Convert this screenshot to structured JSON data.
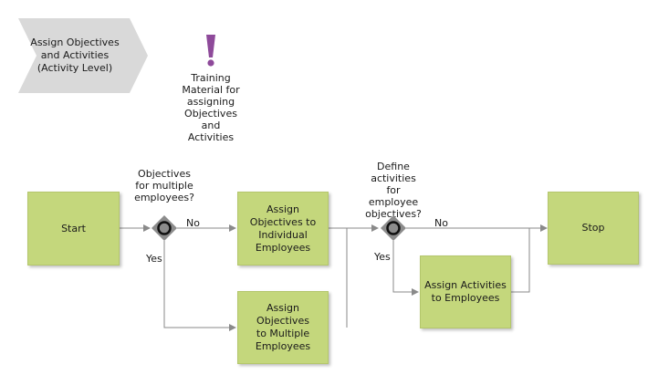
{
  "process_interface": {
    "label": "Assign Objectives\nand Activities\n(Activity Level)"
  },
  "info_carrier": {
    "label": "Training\nMaterial for\nassigning\nObjectives\nand\nActivities",
    "icon": "exclamation-icon"
  },
  "nodes": {
    "start": "Start",
    "assign_individual": "Assign\nObjectives to\nIndividual\nEmployees",
    "assign_multiple": "Assign Objectives\nto Multiple\nEmployees",
    "assign_activities": "Assign Activities\nto Employees",
    "stop": "Stop"
  },
  "gateways": {
    "g1": {
      "question": "Objectives\nfor multiple\nemployees?",
      "no_label": "No",
      "yes_label": "Yes"
    },
    "g2": {
      "question": "Define\nactivities\nfor\nemployee\nobjectives?",
      "no_label": "No",
      "yes_label": "Yes"
    }
  },
  "colors": {
    "task_fill": "#c4d77c",
    "gateway_fill": "#8c8c8c",
    "signpost_fill": "#d9d9d9",
    "exclamation": "#8e4a9a",
    "connector": "#8a8a8a"
  }
}
